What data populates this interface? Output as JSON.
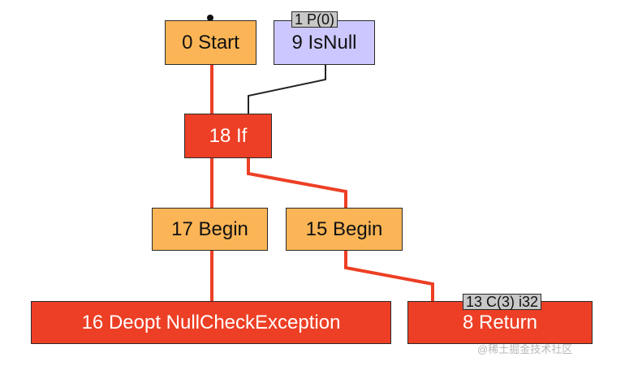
{
  "nodes": {
    "start": {
      "label": "0 Start"
    },
    "isnull": {
      "label": "9 IsNull"
    },
    "if": {
      "label": "18 If"
    },
    "begin17": {
      "label": "17 Begin"
    },
    "begin15": {
      "label": "15 Begin"
    },
    "deopt": {
      "label": "16 Deopt NullCheckException"
    },
    "ret": {
      "label": "8 Return"
    }
  },
  "badges": {
    "param": "1 P(0)",
    "const": "13 C(3) i32"
  },
  "edges": [
    {
      "from": "0 Start",
      "to": "18 If",
      "kind": "control"
    },
    {
      "from": "9 IsNull",
      "to": "18 If",
      "kind": "value"
    },
    {
      "from": "18 If",
      "to": "17 Begin",
      "kind": "control"
    },
    {
      "from": "18 If",
      "to": "15 Begin",
      "kind": "control"
    },
    {
      "from": "17 Begin",
      "to": "16 Deopt NullCheckException",
      "kind": "control"
    },
    {
      "from": "15 Begin",
      "to": "8 Return",
      "kind": "control"
    }
  ],
  "colors": {
    "control_edge": "#ed3f25",
    "value_edge": "#222222",
    "orange_node": "#fbb556",
    "red_node": "#ed3f25",
    "blue_node": "#ccc8ff",
    "badge": "#c8c8c8"
  },
  "watermark": "@稀土掘金技术社区"
}
